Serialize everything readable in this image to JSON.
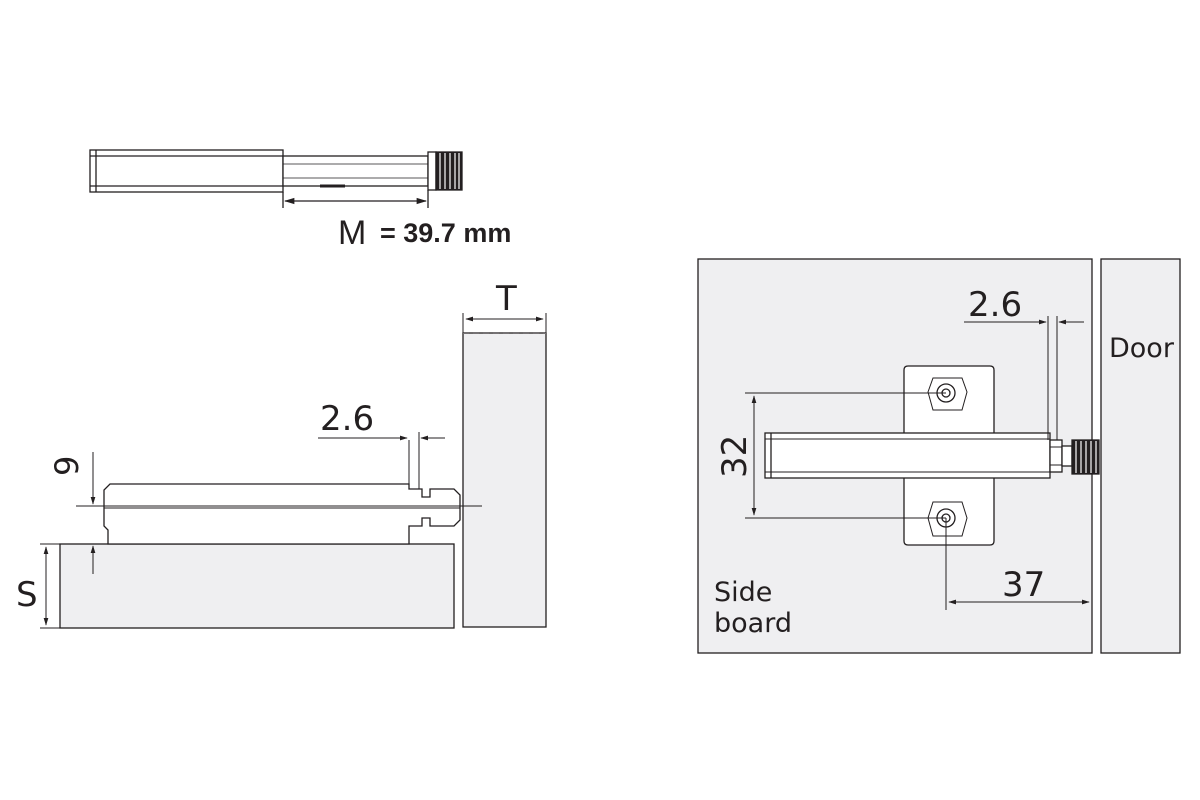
{
  "top_view": {
    "length_letter": "M",
    "length_value": "= 39.7 mm"
  },
  "side_view": {
    "thickness_label": "T",
    "offset_label": "2.6",
    "height_label": "9",
    "shelf_label": "S"
  },
  "front_view": {
    "offset_label": "2.6",
    "hole_spacing_label": "32",
    "edge_distance_label": "37",
    "door_label": "Door",
    "side_board_line1": "Side",
    "side_board_line2": "board"
  },
  "colors": {
    "panel_fill": "#efeff1",
    "line": "#231f20"
  }
}
